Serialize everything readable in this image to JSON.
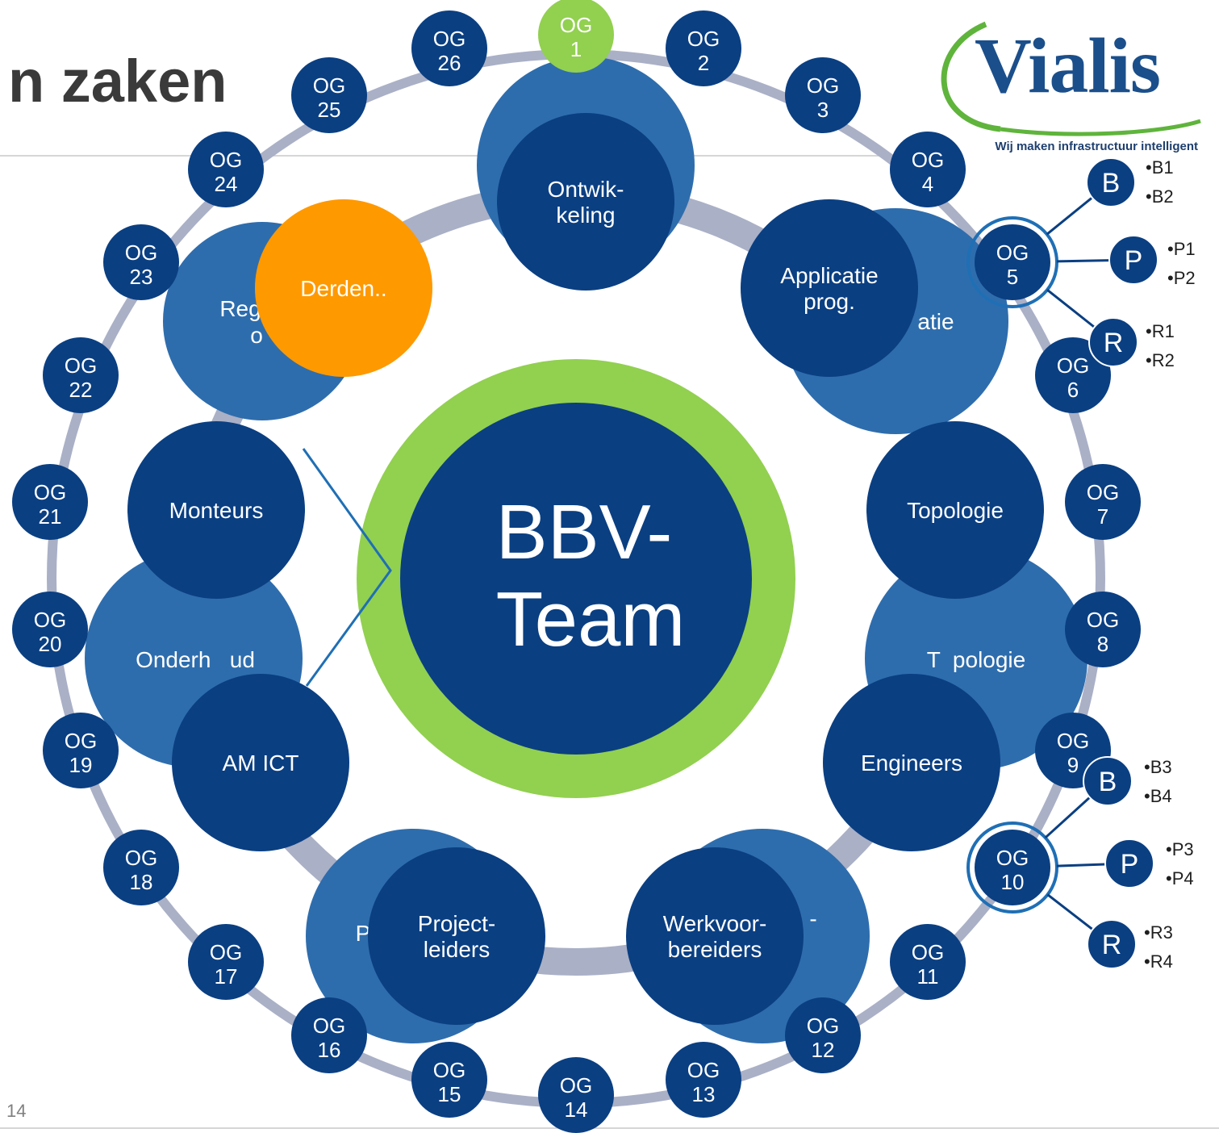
{
  "header": {
    "title": "n zaken",
    "page_number": "14"
  },
  "logo": {
    "name": "Vialis",
    "tagline": "Wij maken infrastructuur intelligent"
  },
  "colors": {
    "dark_blue": "#0a3f82",
    "mid_blue": "#2e6dad",
    "green": "#92d050",
    "orange": "#ff9900",
    "ring_grey": "#aab0c6",
    "outline_blue": "#1f6fb5"
  },
  "center": {
    "line1": "BBV-",
    "line2": "Team"
  },
  "teams": [
    {
      "id": "ontwikkeling",
      "lines": [
        "Ontwik-",
        "keling"
      ]
    },
    {
      "id": "applicatie",
      "lines": [
        "Applicatie",
        "prog."
      ]
    },
    {
      "id": "topologie",
      "lines": [
        "Topologie"
      ]
    },
    {
      "id": "engineers",
      "lines": [
        "Engineers"
      ]
    },
    {
      "id": "werkvoorbereiders",
      "lines": [
        "Werkvoor-",
        "bereiders"
      ]
    },
    {
      "id": "projectleiders",
      "lines": [
        "Project-",
        "leiders"
      ]
    },
    {
      "id": "am-ict",
      "lines": [
        "AM ICT"
      ]
    },
    {
      "id": "monteurs",
      "lines": [
        "Monteurs"
      ]
    }
  ],
  "derden": "Derden..",
  "back_circles": [
    {
      "id": "regie",
      "label": "Reg",
      "label2": "o"
    },
    {
      "id": "applicatie-back",
      "label": "atie"
    },
    {
      "id": "topologie-back",
      "label": "T  pologie"
    },
    {
      "id": "onderhoud",
      "label": "Onderh   ud"
    },
    {
      "id": "projecten-back",
      "label": "P"
    },
    {
      "id": "werk-back",
      "label": "-"
    }
  ],
  "og_nodes": [
    {
      "prefix": "OG",
      "num": "1"
    },
    {
      "prefix": "OG",
      "num": "2"
    },
    {
      "prefix": "OG",
      "num": "3"
    },
    {
      "prefix": "OG",
      "num": "4"
    },
    {
      "prefix": "OG",
      "num": "5"
    },
    {
      "prefix": "OG",
      "num": "6"
    },
    {
      "prefix": "OG",
      "num": "7"
    },
    {
      "prefix": "OG",
      "num": "8"
    },
    {
      "prefix": "OG",
      "num": "9"
    },
    {
      "prefix": "OG",
      "num": "10"
    },
    {
      "prefix": "OG",
      "num": "11"
    },
    {
      "prefix": "OG",
      "num": "12"
    },
    {
      "prefix": "OG",
      "num": "13"
    },
    {
      "prefix": "OG",
      "num": "14"
    },
    {
      "prefix": "OG",
      "num": "15"
    },
    {
      "prefix": "OG",
      "num": "16"
    },
    {
      "prefix": "OG",
      "num": "17"
    },
    {
      "prefix": "OG",
      "num": "18"
    },
    {
      "prefix": "OG",
      "num": "19"
    },
    {
      "prefix": "OG",
      "num": "20"
    },
    {
      "prefix": "OG",
      "num": "21"
    },
    {
      "prefix": "OG",
      "num": "22"
    },
    {
      "prefix": "OG",
      "num": "23"
    },
    {
      "prefix": "OG",
      "num": "24"
    },
    {
      "prefix": "OG",
      "num": "25"
    },
    {
      "prefix": "OG",
      "num": "26"
    }
  ],
  "branches": [
    {
      "og": "OG 5",
      "items": [
        {
          "letter": "B",
          "bullets": [
            "•B1",
            "•B2"
          ]
        },
        {
          "letter": "P",
          "bullets": [
            "•P1",
            "•P2"
          ]
        },
        {
          "letter": "R",
          "bullets": [
            "•R1",
            "•R2"
          ]
        }
      ]
    },
    {
      "og": "OG 10",
      "items": [
        {
          "letter": "B",
          "bullets": [
            "•B3",
            "•B4"
          ]
        },
        {
          "letter": "P",
          "bullets": [
            "•P3",
            "•P4"
          ]
        },
        {
          "letter": "R",
          "bullets": [
            "•R3",
            "•R4"
          ]
        }
      ]
    }
  ]
}
